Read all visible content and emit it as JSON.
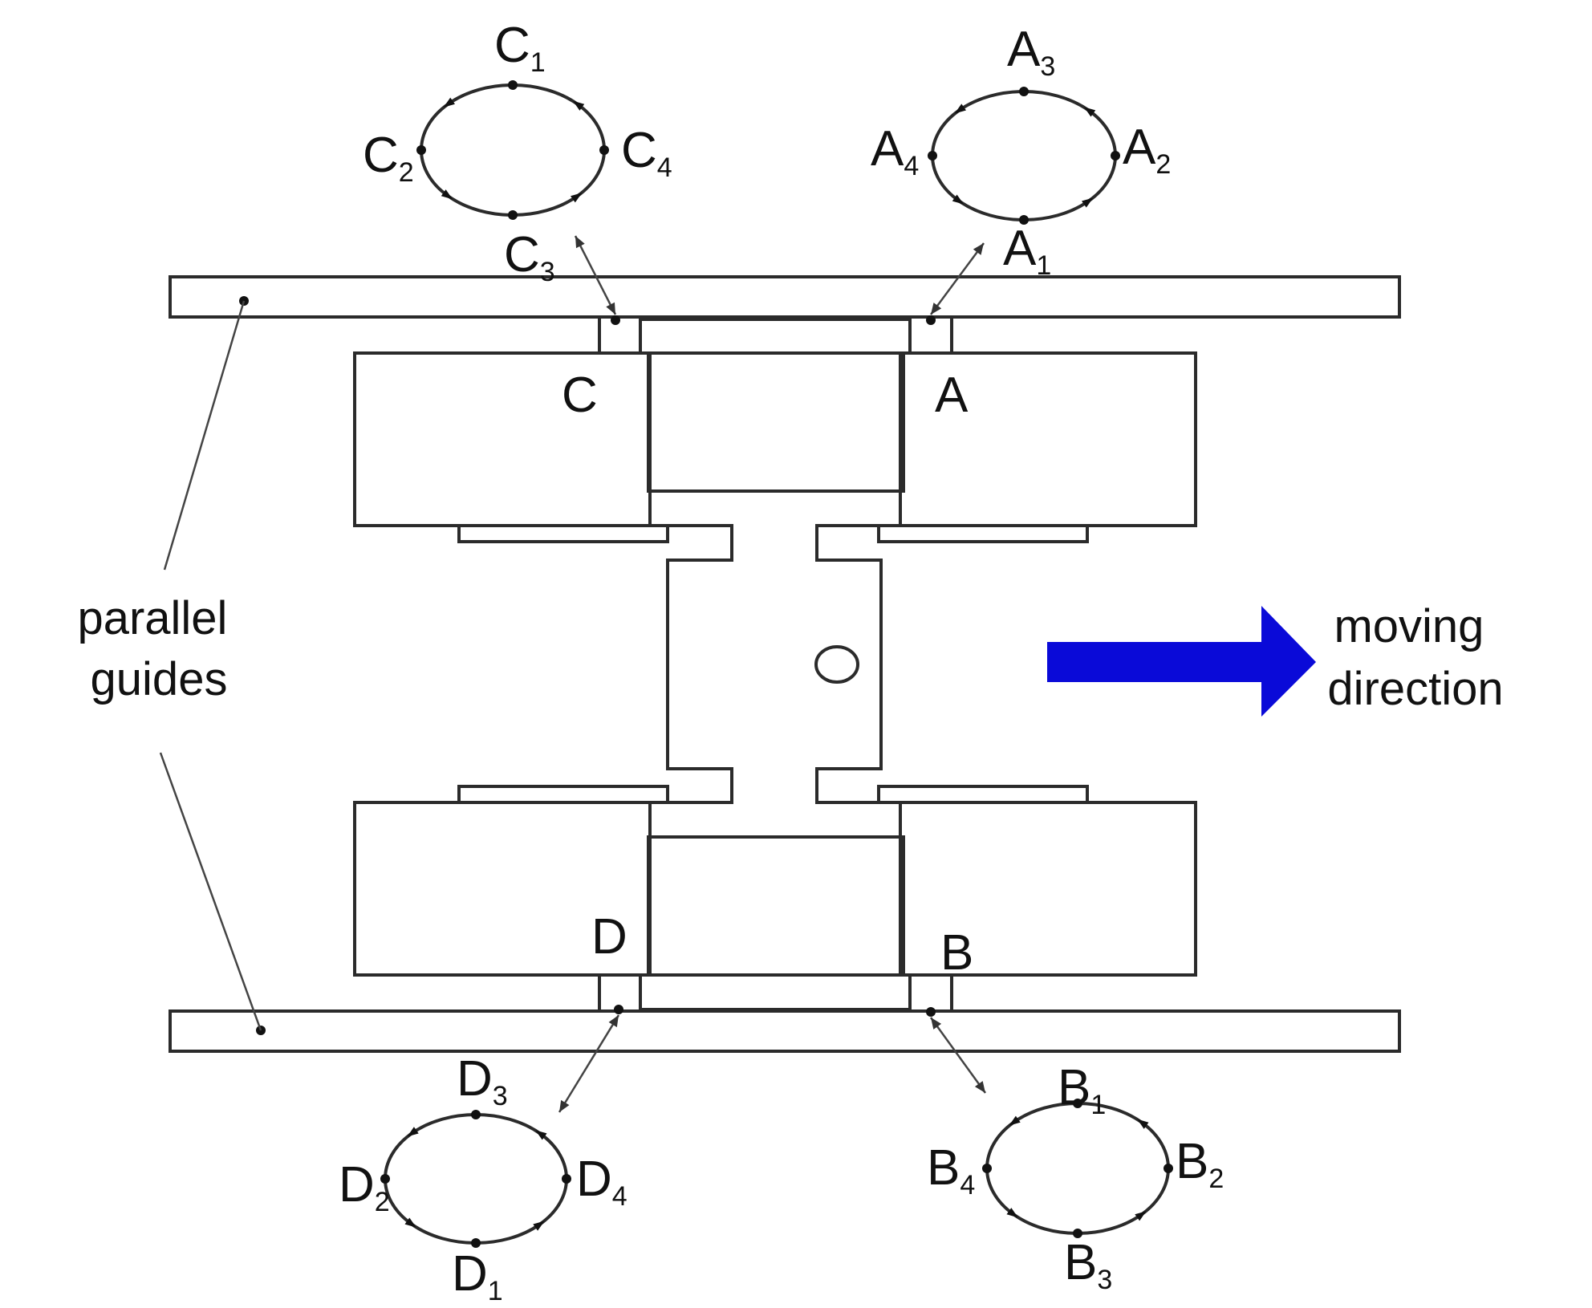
{
  "point_labels": {
    "A": "A",
    "B": "B",
    "C": "C",
    "D": "D"
  },
  "orbits": {
    "C": [
      {
        "base": "C",
        "sub": "1"
      },
      {
        "base": "C",
        "sub": "2"
      },
      {
        "base": "C",
        "sub": "3"
      },
      {
        "base": "C",
        "sub": "4"
      }
    ],
    "A": [
      {
        "base": "A",
        "sub": "1"
      },
      {
        "base": "A",
        "sub": "2"
      },
      {
        "base": "A",
        "sub": "3"
      },
      {
        "base": "A",
        "sub": "4"
      }
    ],
    "D": [
      {
        "base": "D",
        "sub": "1"
      },
      {
        "base": "D",
        "sub": "2"
      },
      {
        "base": "D",
        "sub": "3"
      },
      {
        "base": "D",
        "sub": "4"
      }
    ],
    "B": [
      {
        "base": "B",
        "sub": "1"
      },
      {
        "base": "B",
        "sub": "2"
      },
      {
        "base": "B",
        "sub": "3"
      },
      {
        "base": "B",
        "sub": "4"
      }
    ]
  },
  "guides_label": [
    "parallel",
    "guides"
  ],
  "direction_label": [
    "moving",
    "direction"
  ],
  "colors": {
    "arrow": "#0a0ad8",
    "line": "#2b2b2b"
  }
}
